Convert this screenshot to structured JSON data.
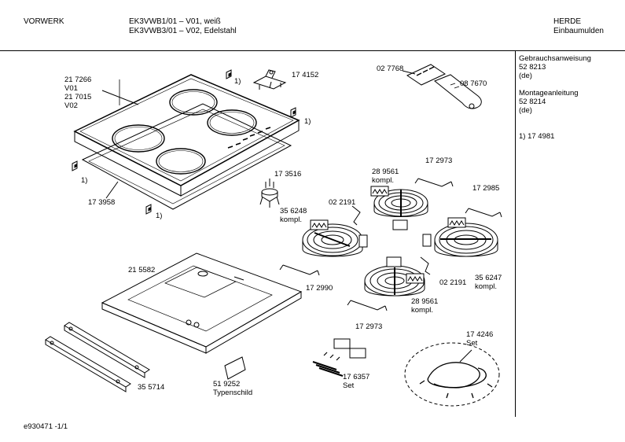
{
  "header": {
    "brand": "VORWERK",
    "model_line1": "EK3VWB1/01 – V01, weiß",
    "model_line2": "EK3VWB3/01 – V02, Edelstahl",
    "category_line1": "HERDE",
    "category_line2": "Einbaumulden"
  },
  "sidebar": {
    "doc1_title": "Gebrauchsanweisung",
    "doc1_number": "52 8213",
    "doc1_lang": "(de)",
    "doc2_title": "Montageanleitung",
    "doc2_number": "52 8214",
    "doc2_lang": "(de)",
    "footnote": "1) 17 4981"
  },
  "labels": {
    "l217266": "21 7266",
    "lV01": "V01",
    "l217015": "21 7015",
    "lV02": "V02",
    "l174152": "17 4152",
    "fn1": "1)",
    "fn2": "1)",
    "fn3": "1)",
    "fn4": "1)",
    "l027768": "02 7768",
    "l087670": "08 7670",
    "l173958": "17 3958",
    "l173516": "17 3516",
    "l289561a": "28 9561",
    "kompl_a": "kompl.",
    "l172973a": "17 2973",
    "l172985": "17 2985",
    "l022191a": "02 2191",
    "l356248": "35 6248",
    "kompl_b": "kompl.",
    "l215582": "21 5582",
    "l172990": "17 2990",
    "l022191b": "02 2191",
    "l356247": "35 6247",
    "kompl_c": "kompl.",
    "l289561b": "28 9561",
    "kompl_d": "kompl.",
    "l172973b": "17 2973",
    "l174246": "17 4246",
    "set_a": "Set",
    "l176357": "17 6357",
    "set_b": "Set",
    "l519252": "51 9252",
    "typenschild": "Typenschild",
    "l355714": "35 5714"
  },
  "footer": {
    "doc_id": "e930471 -1/1"
  }
}
